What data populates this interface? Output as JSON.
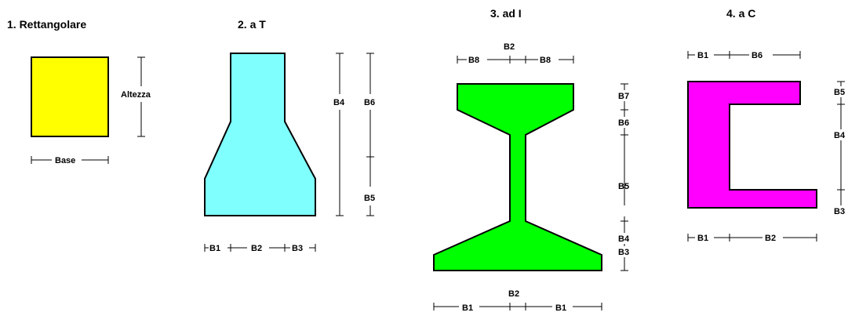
{
  "sections": [
    {
      "title": "1. Rettangolare",
      "color": "#ffff00",
      "labels": {
        "base": "Base",
        "altezza": "Altezza"
      }
    },
    {
      "title": "2. a T",
      "color": "#80ffff",
      "labels": {
        "b1": "B1",
        "b2": "B2",
        "b3": "B3",
        "b4": "B4",
        "b5": "B5",
        "b6": "B6"
      }
    },
    {
      "title": "3. ad I",
      "color": "#00ff00",
      "labels": {
        "b1_left": "B1",
        "b1_right": "B1",
        "b2_bottom": "B2",
        "b2_top": "B2",
        "b3": "B3",
        "b4": "B4",
        "b5": "B5",
        "b6": "B6",
        "b7": "B7",
        "b8_left": "B8",
        "b8_right": "B8"
      }
    },
    {
      "title": "4. a C",
      "color": "#ff00ff",
      "labels": {
        "b1_top": "B1",
        "b6": "B6",
        "b1_bottom": "B1",
        "b2": "B2",
        "b3": "B3",
        "b4": "B4",
        "b5": "B5"
      }
    }
  ]
}
